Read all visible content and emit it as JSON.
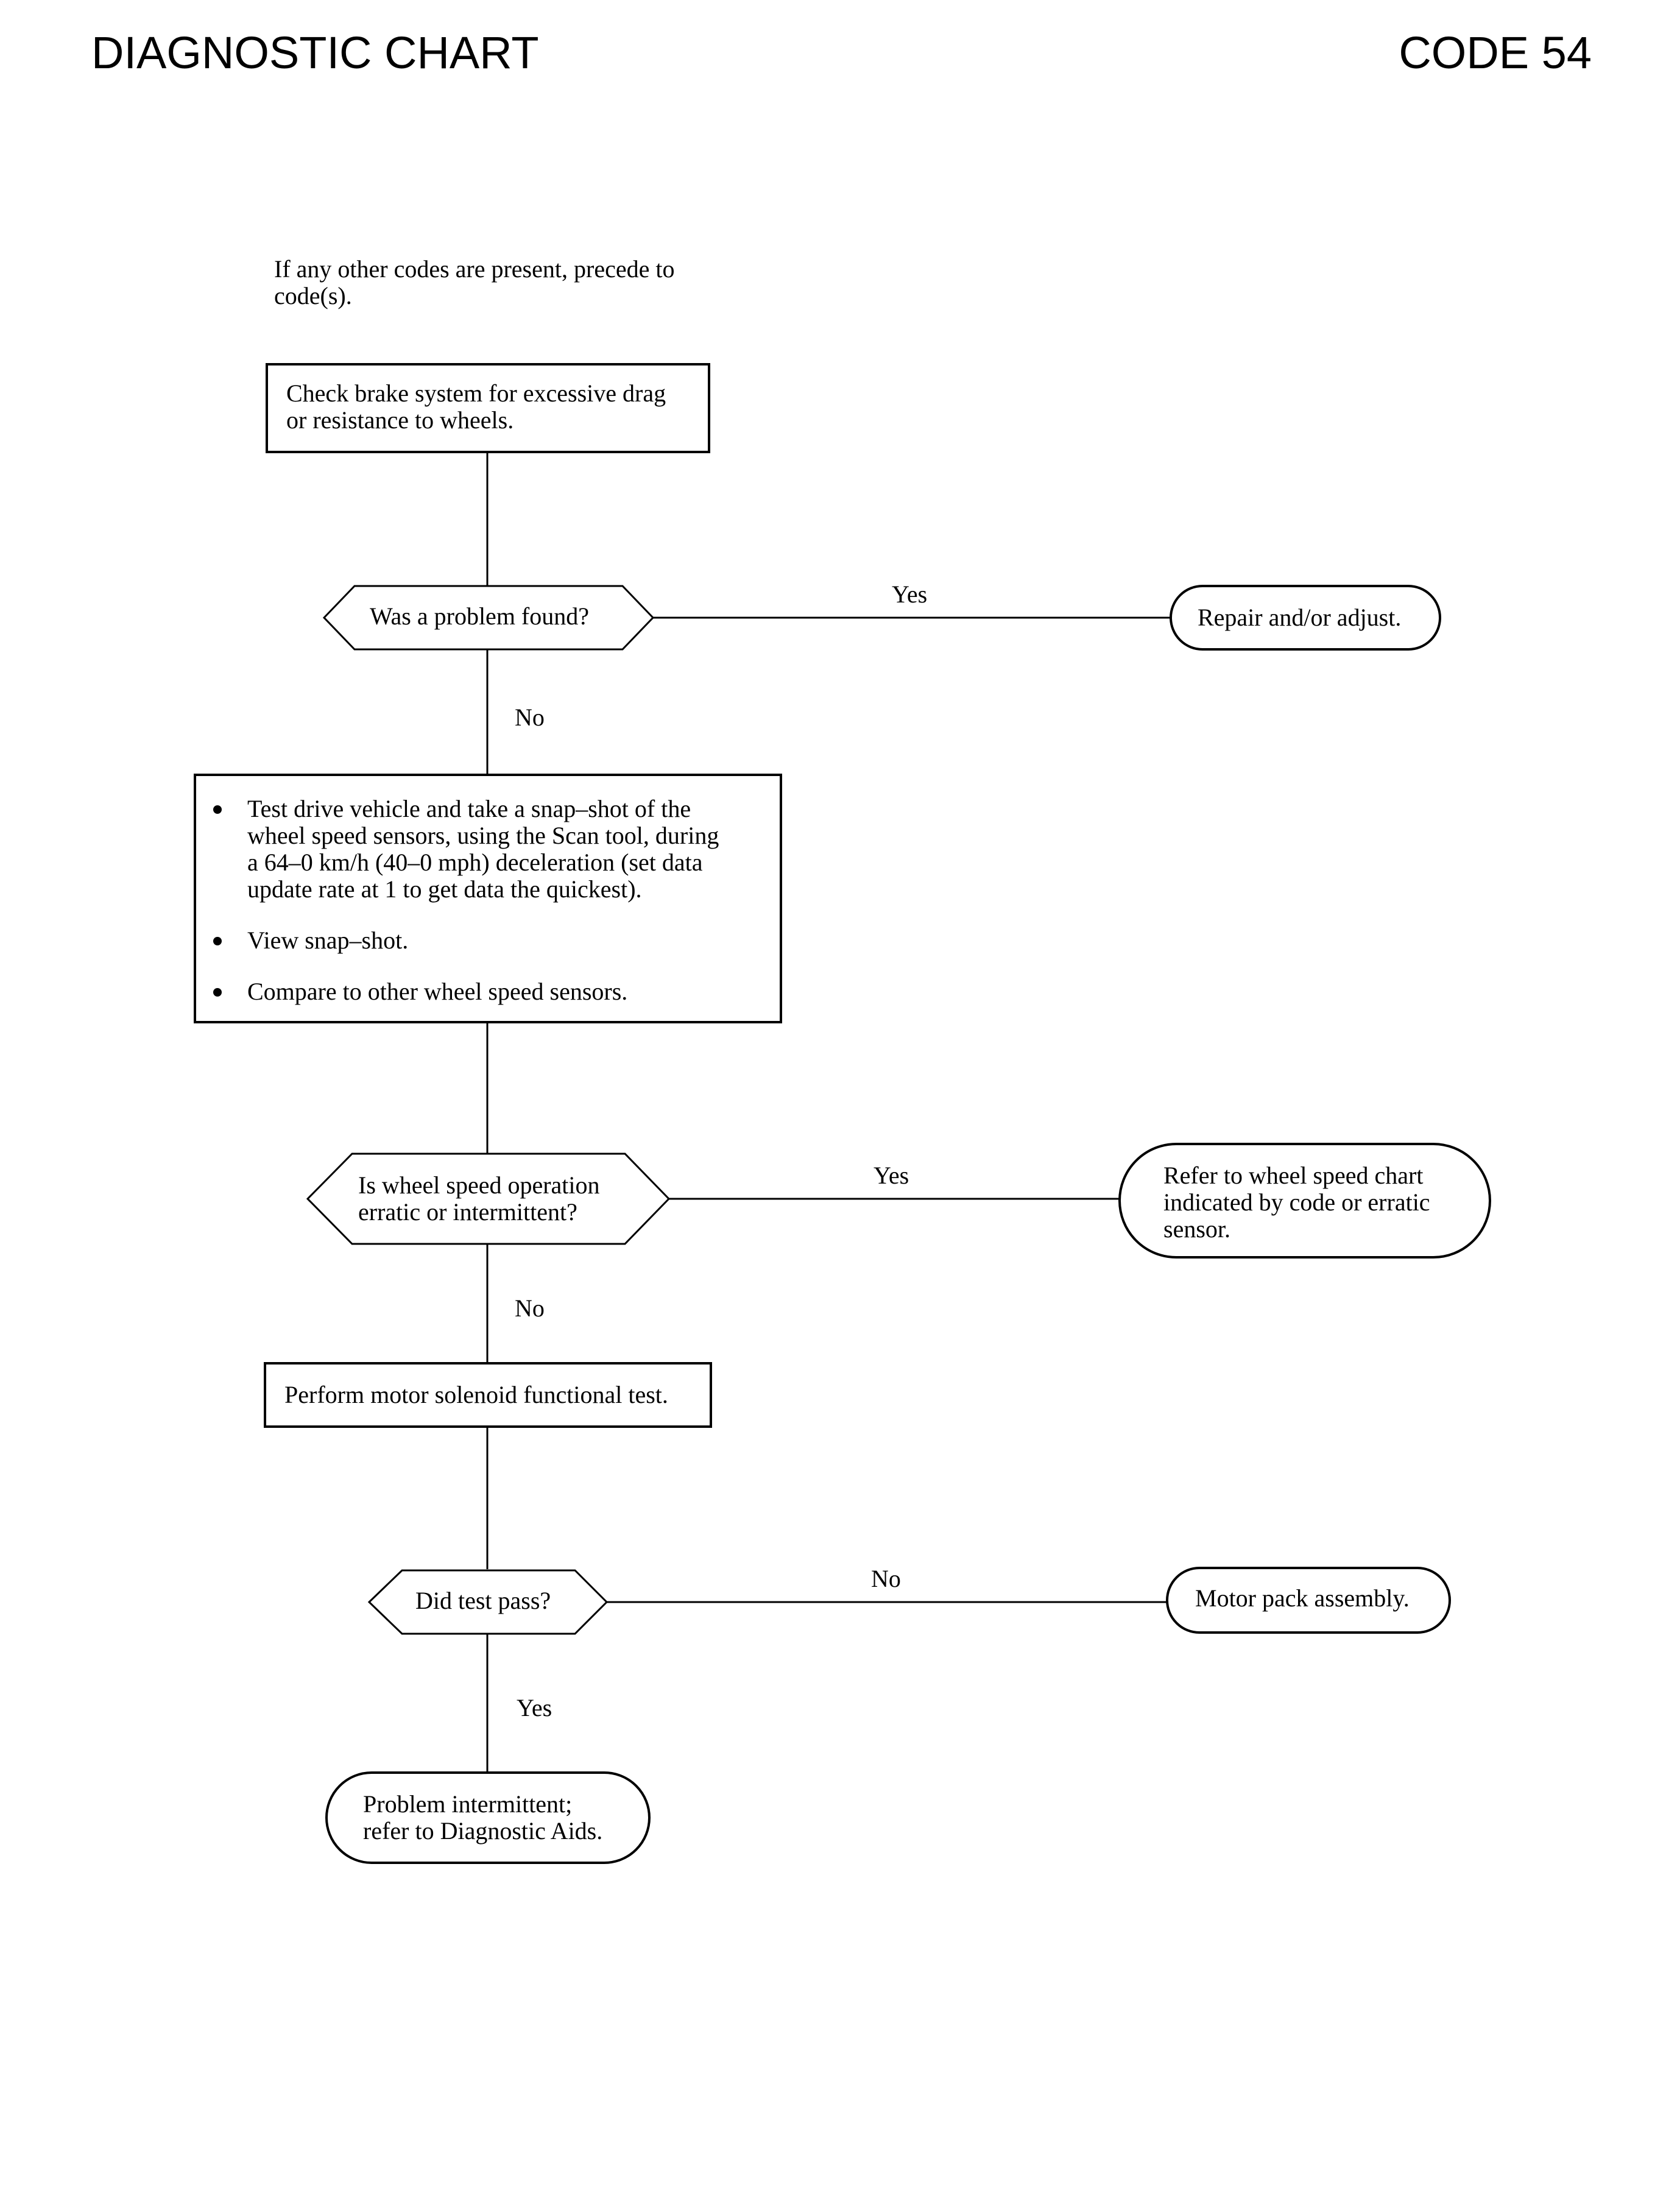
{
  "header": {
    "title": "DIAGNOSTIC CHART",
    "code": "CODE 54"
  },
  "note": {
    "lines": [
      "If any other codes are present, precede to",
      "code(s)."
    ]
  },
  "flow": {
    "step1": {
      "lines": [
        "Check brake system for excessive drag",
        "or resistance to wheels."
      ]
    },
    "decision1": {
      "lines": [
        "Was a problem found?"
      ],
      "yes_label": "Yes",
      "no_label": "No",
      "yes_result": "Repair and/or adjust."
    },
    "step2": {
      "bullets": [
        "Test drive vehicle and take a snap–shot of the\nwheel speed sensors, using the Scan tool, during\na 64–0 km/h (40–0 mph) deceleration (set data\nupdate rate at 1 to get data the quickest).",
        "View snap–shot.",
        "Compare to other wheel speed sensors."
      ]
    },
    "decision2": {
      "lines": [
        "Is wheel speed operation",
        "erratic or intermittent?"
      ],
      "yes_label": "Yes",
      "no_label": "No",
      "yes_result": [
        "Refer to wheel speed chart",
        "indicated by code or erratic",
        "sensor."
      ]
    },
    "step3": {
      "lines": [
        "Perform motor solenoid functional test."
      ]
    },
    "decision3": {
      "lines": [
        "Did test pass?"
      ],
      "no_label": "No",
      "yes_label": "Yes",
      "no_result": "Motor pack assembly.",
      "yes_result": [
        "Problem intermittent;",
        "refer to Diagnostic Aids."
      ]
    }
  }
}
